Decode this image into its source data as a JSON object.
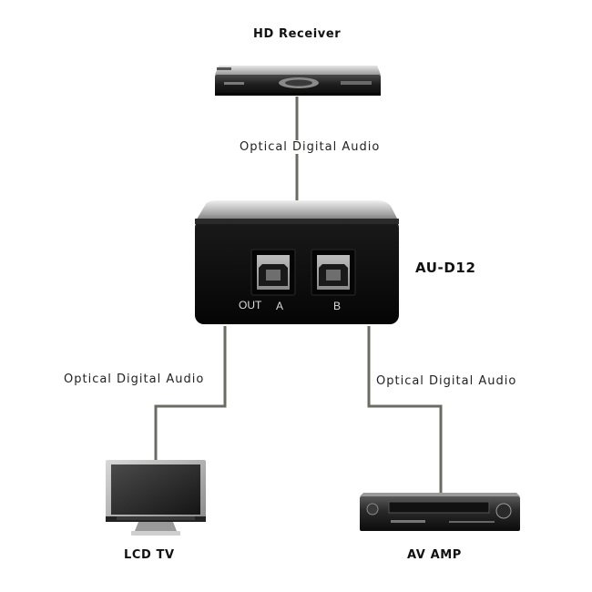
{
  "devices": {
    "receiver": {
      "name": "HD Receiver"
    },
    "switch": {
      "name": "AU-D12",
      "ports": {
        "out": "OUT",
        "a": "A",
        "b": "B"
      }
    },
    "tv": {
      "name": "LCD TV"
    },
    "amp": {
      "name": "AV AMP"
    }
  },
  "cables": {
    "top": {
      "label": "Optical  Digital Audio"
    },
    "left": {
      "label": "Optical Digital Audio"
    },
    "right": {
      "label": "Optical Digital Audio"
    }
  },
  "colors": {
    "cable": "#6b6b63",
    "device_body": "#141414",
    "device_silver": "#b5b5b5"
  }
}
